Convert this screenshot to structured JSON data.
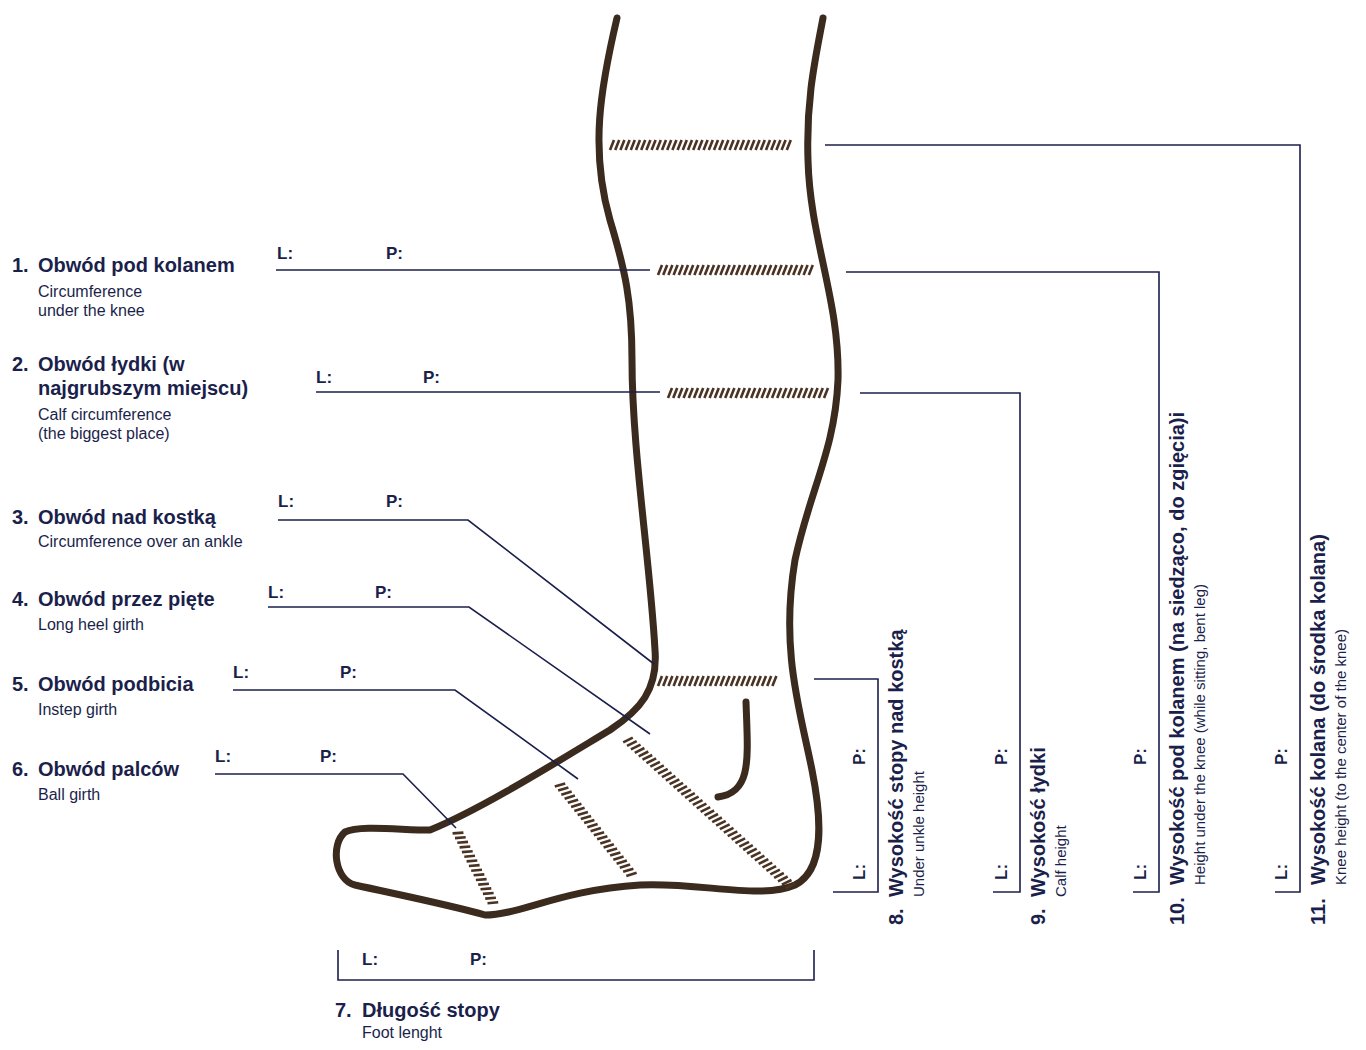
{
  "diagram": {
    "labels": [
      "1.",
      "Obwód pod kolanem",
      "Circumference under the knee",
      "L:",
      "P:",
      "2.",
      "Obwód łydki (w najgrubszym miejscu)",
      "Calf circumference (the biggest place)",
      "L:",
      "P:",
      "3.",
      "Obwód nad kostką",
      "Circumference over an ankle",
      "L:",
      "P:",
      "4.",
      "Obwód przez pięte",
      "Long heel girth",
      "L:",
      "P:",
      "5.",
      "Obwód podbicia",
      "Instep girth",
      "L:",
      "P:",
      "6.",
      "Obwód palców",
      "Ball girth",
      "L:",
      "P:",
      "7.",
      "Długość stopy",
      "Foot lenght",
      "L:",
      "P:",
      "8.",
      "Wysokość stopy nad kostką",
      "Under unkle height",
      "L:",
      "P:",
      "9.",
      "Wysokość łydki",
      "Calf height",
      "L:",
      "P:",
      "10.",
      "Wysokość pod kolanem (na siedząco, do zgięcia)i",
      "Height under the knee (while sitting, bent leg)",
      "L:",
      "P:",
      "11.",
      "Wysokość kolana (do środka kolana)",
      "Knee height (to the center of the knee)",
      "L:",
      "P:"
    ]
  }
}
